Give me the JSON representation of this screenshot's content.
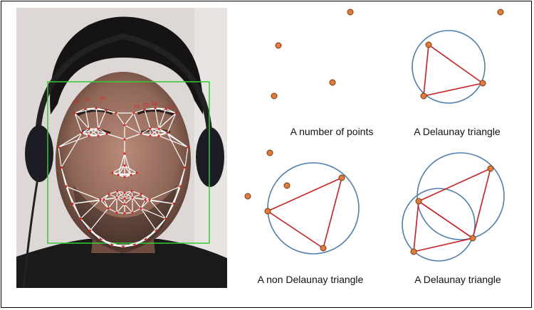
{
  "captions": {
    "top_left": "A number of points",
    "top_right": "A Delaunay triangle",
    "bottom_left": "A non Delaunay triangle",
    "bottom_right": "A Delaunay triangle"
  },
  "landmark_labels": [
    "21",
    "22",
    "23",
    "24",
    "25",
    "20",
    "19"
  ],
  "colors": {
    "point_fill": "#E07B39",
    "point_stroke": "#7a3a10",
    "circle": "#4F7FAF",
    "triangle": "#CC1F1F",
    "bbox": "#33cc33",
    "mesh": "#ffffff",
    "landmark_text": "#dd2222"
  }
}
